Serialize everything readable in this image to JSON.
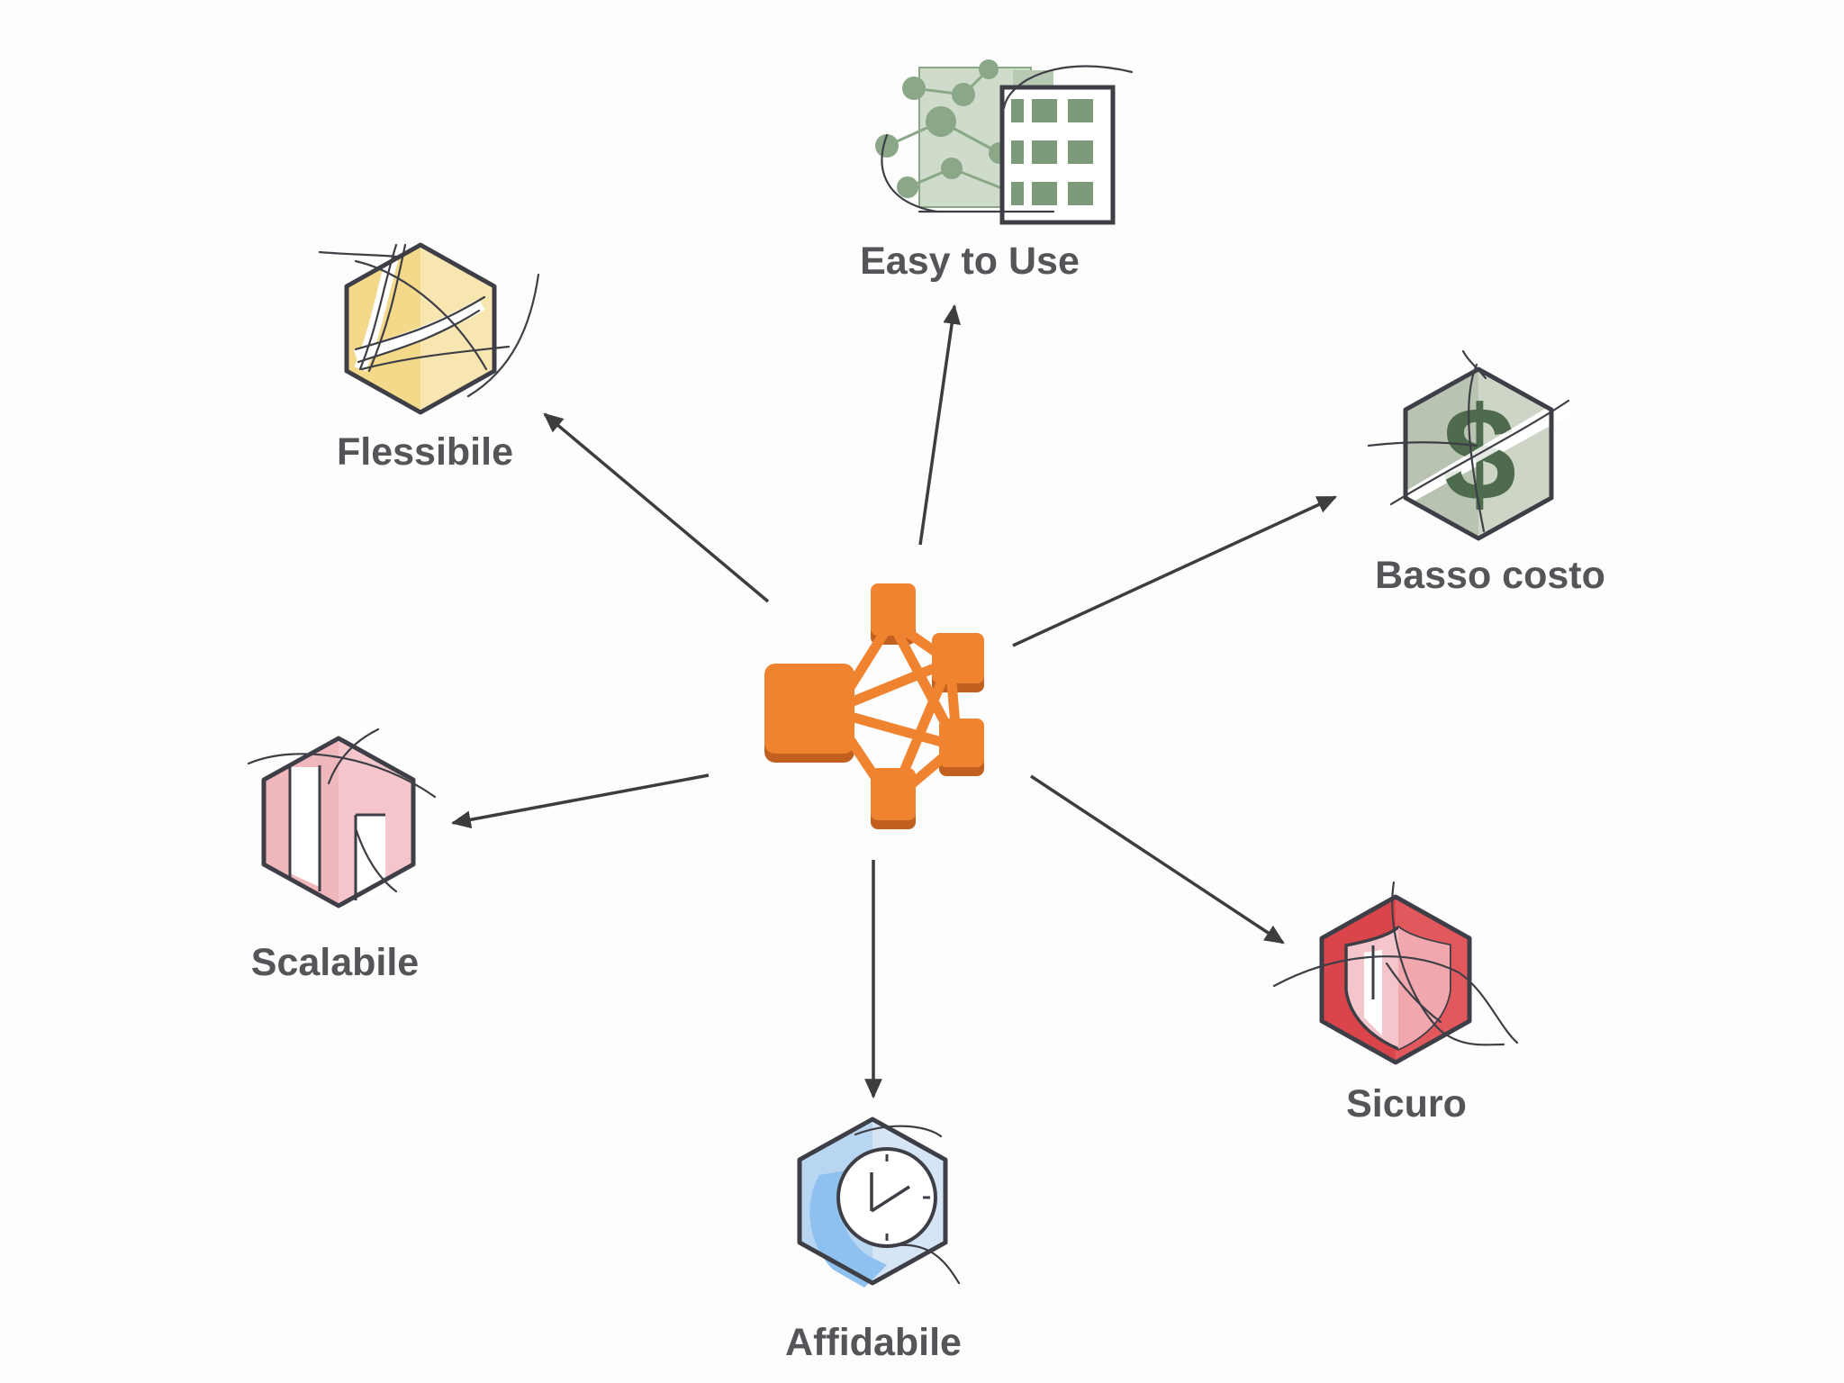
{
  "center": {
    "icon": "network-cluster-icon",
    "color": "#f0832f",
    "shadow": "#c2611f"
  },
  "features": [
    {
      "id": "easy",
      "label": "Easy to Use",
      "icon": "app-grid-network-icon",
      "color": "#8aa788"
    },
    {
      "id": "flex",
      "label": "Flessibile",
      "icon": "flexible-hexagon-icon",
      "color": "#f4d98b"
    },
    {
      "id": "cost",
      "label": "Basso costo",
      "icon": "dollar-hexagon-icon",
      "color": "#b9c3b2"
    },
    {
      "id": "scale",
      "label": "Scalabile",
      "icon": "scalable-hexagon-icon",
      "color": "#f0b7bd"
    },
    {
      "id": "secure",
      "label": "Sicuro",
      "icon": "shield-hexagon-icon",
      "color": "#d9454a"
    },
    {
      "id": "reliable",
      "label": "Affidabile",
      "icon": "clock-hexagon-icon",
      "color": "#b8d6f2"
    }
  ],
  "arrow_color": "#3d3d40",
  "label_color": "#555559"
}
